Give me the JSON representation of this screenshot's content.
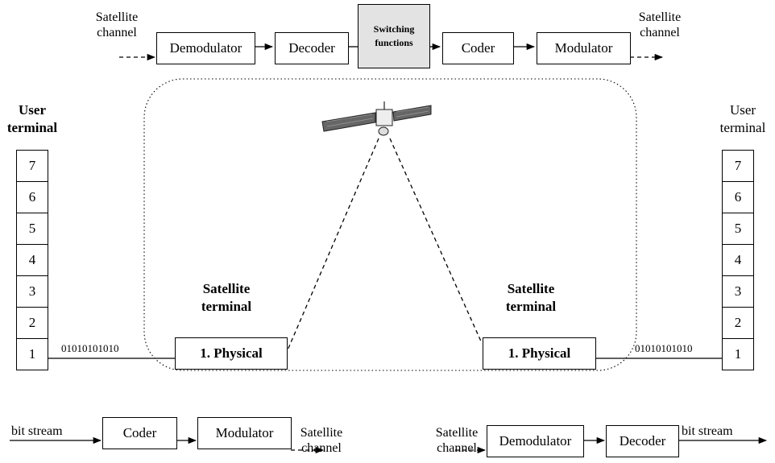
{
  "top_chain": {
    "in_label": "Satellite\nchannel",
    "out_label": "Satellite\nchannel",
    "blocks": [
      "Demodulator",
      "Decoder",
      "Switching\nfunctions",
      "Coder",
      "Modulator"
    ]
  },
  "left_terminal": {
    "title": "User\nterminal",
    "layers": [
      "7",
      "6",
      "5",
      "4",
      "3",
      "2",
      "1"
    ],
    "bits": "01010101010"
  },
  "right_terminal": {
    "title": "User\nterminal",
    "layers": [
      "7",
      "6",
      "5",
      "4",
      "3",
      "2",
      "1"
    ],
    "bits": "01010101010"
  },
  "satellite_terminal_left": {
    "title": "Satellite\nterminal",
    "layer": "1. Physical"
  },
  "satellite_terminal_right": {
    "title": "Satellite\nterminal",
    "layer": "1. Physical"
  },
  "bottom_tx": {
    "in_label": "bit stream",
    "blocks": [
      "Coder",
      "Modulator"
    ],
    "out_label": "Satellite\nchannel"
  },
  "bottom_rx": {
    "in_label": "Satellite\nchannel",
    "blocks": [
      "Demodulator",
      "Decoder"
    ],
    "out_label": "bit stream"
  },
  "colors": {
    "stroke": "#000000",
    "switching_fill": "#e3e3e3",
    "satellite_body": "#555555"
  },
  "icons": {
    "satellite": "satellite-icon"
  }
}
